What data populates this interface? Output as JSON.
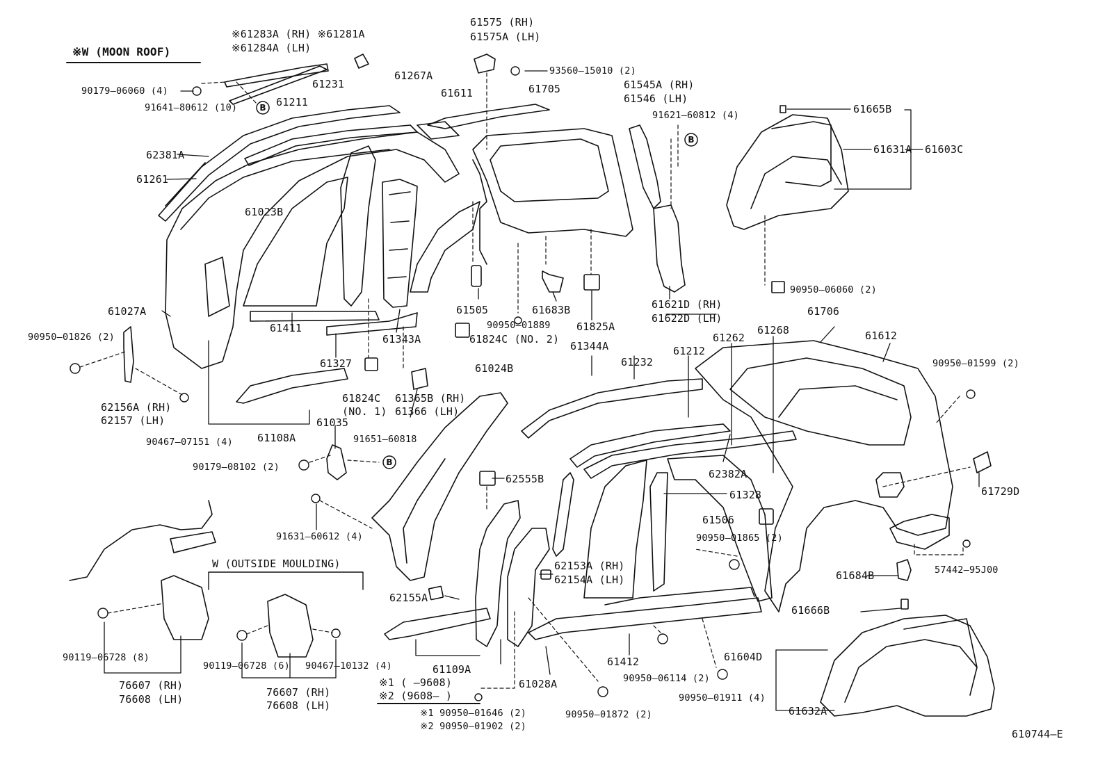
{
  "headings": {
    "moon_roof": "※W (MOON ROOF)",
    "outside_moulding": "W (OUTSIDE MOULDING)"
  },
  "callout_glyph": "B",
  "footer": {
    "figure_id": "610744–E"
  },
  "parts": [
    "※61283A (RH)  ※61281A",
    "※61284A (LH)",
    "61575  (RH)",
    "61575A (LH)",
    "93560–15010 (2)",
    "90179–06060 (4)",
    "91641–80612 (10)",
    "61211",
    "61231",
    "61267A",
    "61611",
    "61705",
    "61545A (RH)",
    "61546  (LH)",
    "91621–60812 (4)",
    "61665B",
    "61631A",
    "61603C",
    "62381A",
    "61261",
    "61023B",
    "61027A",
    "90950–01826 (2)",
    "61411",
    "61327",
    "61343A",
    "61505",
    "61683B",
    "61825A",
    "61621D (RH)",
    "61622D (LH)",
    "90950–06060 (2)",
    "61706",
    "61612",
    "90950–01889",
    "61824C (NO. 2)",
    "61344A",
    "61232",
    "61212",
    "61262",
    "61268",
    "90950–01599 (2)",
    "61024B",
    "62156A (RH)",
    "62157  (LH)",
    "61824C",
    "(NO. 1)",
    "61365B (RH)",
    "61366  (LH)",
    "90467–07151 (4)",
    "61108A",
    "61035",
    "91651–60818",
    "90179–08102 (2)",
    "62555B",
    "62382A",
    "61729D",
    "61328",
    "61506",
    "91631–60612 (4)",
    "90950–01865 (2)",
    "62153A (RH)",
    "62154A (LH)",
    "61684B",
    "57442–95J00",
    "62155A",
    "61666B",
    "90119–06728 (8)",
    "90119–06728 (6)",
    "90467–10132 (4)",
    "61109A",
    "61412",
    "61028A",
    "90950–06114 (2)",
    "61604D",
    "76607 (RH)",
    "76608 (LH)",
    "76607 (RH)",
    "76608 (LH)",
    "※1 (     –9608)",
    "※2 (9608–     )",
    "90950–01911 (4)",
    "61632A",
    "※1  90950–01646 (2)",
    "※2  90950–01902 (2)",
    "90950–01872 (2)"
  ]
}
